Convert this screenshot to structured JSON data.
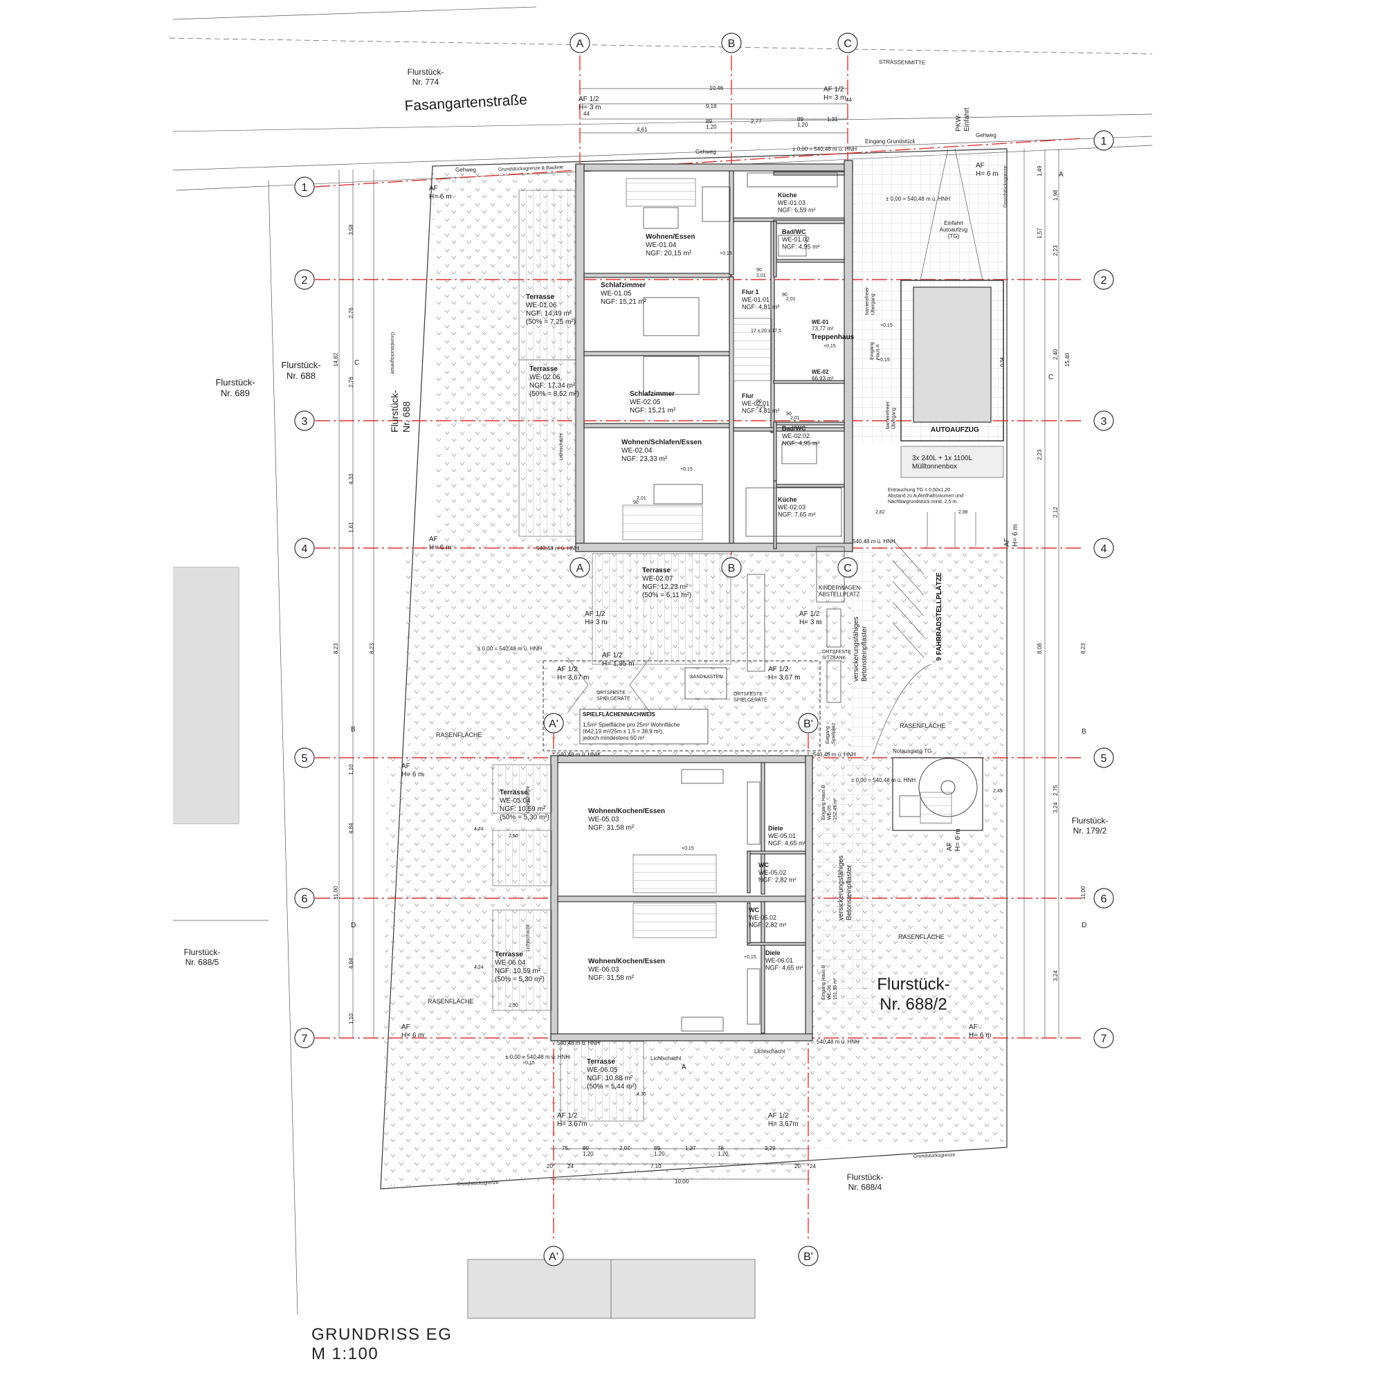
{
  "title": "GRUNDRISS EG",
  "scale": "M 1:100",
  "street": "Fasangartenstraße",
  "strassenmitte": "STRASSENMITTE",
  "grid_cols": [
    "A",
    "B",
    "C"
  ],
  "grid_cols_lower": [
    "A'",
    "B'"
  ],
  "grid_rows": [
    "1",
    "2",
    "3",
    "4",
    "5",
    "6",
    "7"
  ],
  "parcels": {
    "p774": "Flurstück-\nNr. 774",
    "p688a": "Flurstück-\nNr. 688",
    "p689": "Flurstück-\nNr. 689",
    "p688v": "Flurstück-\nNr. 688",
    "p6885": "Flurstück-\nNr. 688/5",
    "p1792": "Flurstück-\nNr. 179/2",
    "p6884": "Flurstück-\nNr. 688/4",
    "p6882": "Flurstück-\nNr. 688/2"
  },
  "labels": {
    "gehweg": "Gehweg",
    "grenze_baulinie": "Grundstücksgrenze & Baulinie",
    "grenze": "Grundstücksgrenze",
    "eingang_grundstueck": "Eingang Grundstück",
    "pkw": "PKW-\nEinfahrt",
    "hnh_top": "± 0,00 = 540,48 m ü. HNH",
    "hnh_right": "± 0,00 = 540,48 m ü. HNH",
    "hnh_mid": "± 0,00 = 540,48 m ü. HNH",
    "hnh_row5": "± 0,00 = 540,48 m ü. HNH",
    "hnh_bottom": "± 0,00 = 540,48 m ü. HNH",
    "lvl_a4": "540,48 m ü. HNH",
    "lvl_c4": "540,48 m ü. HNH",
    "lvl_a5": "540,48 m ü. HNH",
    "lvl_b5": "540,48 m ü. HNH",
    "lvl_a7": "540,48 m ü. HNH",
    "lvl_b7": "540,48 m ü. HNH",
    "aufzug": "Einfahrt\nAutoaufzug\n(TG)",
    "aufzug_box": "AUTOAUFZUG",
    "muell": "3x 240L + 1x 1100L\nMülltonnenbox",
    "entrauchung": "Entrauchung TG = 0,50x1,20\nAbstand zu Aufenthaltsräumen und\nNachbargrundstück mind. 2,5 m",
    "fahrrad": "9 FAHRRADSTELLPLÄTZE",
    "pflaster1": "versickerungsfähiges\nBetonsteinpflaster",
    "pflaster2": "versickerungsfähiges\nBetonsteinpflaster",
    "rasen1": "RASENFLÄCHE",
    "rasen2": "RASENFLÄCHE",
    "rasen3": "RASENFLÄCHE",
    "rasen4": "RASENFLÄCHE",
    "notausgang": "Notausgang TG",
    "kinderwagen": "KINDERWAGEN-\nABSTELLPLATZ",
    "sitzbank": "ORTSFESTE\nSITZBANK",
    "sandkasten": "SANDKASTEN",
    "spielgeraete1": "ORTSFESTE\nSPIELGERÄTE",
    "spielgeraete2": "ORTSFESTE\nSPIELGERÄTE",
    "spielflaeche_title": "SPIELFLÄCHENNACHWEIS",
    "spielflaeche_text": "1,5m² Spielfläche pro 25m² Wohnfläche\n(642,19 m²/25m x 1,5 = 38,9 m²),\njedoch mindestens 60 m²",
    "lichtschacht": "Lichtschacht",
    "treppenhaus": "Treppenhaus",
    "eingang_a": "Eingang\nHaus A",
    "eingang_b": "Eingang Haus B\nWE-05\n152,49 m²",
    "eingang_c": "Eingang Haus B\nWE-06\n151,39 m²",
    "uebergang": "barrierefreier\nÜbergang",
    "spielplatz": "Eingang\nSpielplatz"
  },
  "af": [
    "AF 1/2\nH= 3 m",
    "AF 1/2\nH= 3 m",
    "AF\nH= 6 m",
    "AF\nH= 6 m",
    "AF\nH= 6 m",
    "AF 1/2\nH= 3 m",
    "AF 1/2\nH= 3 m",
    "AF 1/2\nH= 1,95 m",
    "AF 1/2\nH= 3,67 m",
    "AF 1/2\nH= 3,67 m",
    "AF\nH= 6 m",
    "AF\nH= 6 m",
    "AF\nH= 6 m",
    "AF\nH= 6 m",
    "AF 1/2\nH= 3,67m",
    "AF 1/2\nH= 3,67m",
    "AF\nH= 6 m"
  ],
  "rooms": {
    "kueche1": [
      "Küche",
      "WE-01.03",
      "NGF: 6,59 m²"
    ],
    "bad1": [
      "Bad/WC",
      "WE-01.02",
      "NGF: 4,95 m²"
    ],
    "wohnen1": [
      "Wohnen/Essen",
      "WE-01.04",
      "NGF: 20,15 m²"
    ],
    "schlaf1": [
      "Schlafzimmer",
      "WE-01.05",
      "NGF: 15,21 m²"
    ],
    "flur1": [
      "Flur 1",
      "WE-01.01",
      "NGF: 4,81 m²"
    ],
    "we01": [
      "WE-01",
      "73,77 m²"
    ],
    "we02": [
      "WE-02",
      "66,93 m²"
    ],
    "terr1": [
      "Terrasse",
      "WE-01.06",
      "NGF: 14,49 m²",
      "(50% = 7,25 m²)"
    ],
    "terr2": [
      "Terrasse",
      "WE-02.06",
      "NGF: 17,34 m²",
      "(50% = 8,52 m²)"
    ],
    "schlaf2": [
      "Schlafzimmer",
      "WE-02.05",
      "NGF: 15,21 m²"
    ],
    "flur2": [
      "Flur",
      "WE-02.01",
      "NGF: 4,81 m²"
    ],
    "bad2": [
      "Bad/WC",
      "WE-02.02",
      "NGF: 4,95 m²"
    ],
    "wohnen2": [
      "Wohnen/Schlafen/Essen",
      "WE-02.04",
      "NGF: 23,33 m²"
    ],
    "kueche2": [
      "Küche",
      "WE-02.03",
      "NGF: 7,65 m²"
    ],
    "terr3": [
      "Terrasse",
      "WE-02.07",
      "NGF: 12,23 m²",
      "(50% = 6,11 m²)"
    ],
    "terr5": [
      "Terrasse",
      "WE-05.04",
      "NGF: 10,59 m²",
      "(50% = 5,30 m²)"
    ],
    "wohnen5": [
      "Wohnen/Kochen/Essen",
      "WE-05.03",
      "NGF: 31,58 m²"
    ],
    "diele5": [
      "Diele",
      "WE-05.01",
      "NGF: 4,65 m²"
    ],
    "wc5": [
      "WC",
      "WE-05.02",
      "NGF: 2,82 m²"
    ],
    "wc6": [
      "WC",
      "WE-06.02",
      "NGF: 2,82 m²"
    ],
    "terr6": [
      "Terrasse",
      "WE-06.04",
      "NGF: 10,59 m²",
      "(50% = 5,30 m²)"
    ],
    "wohnen6": [
      "Wohnen/Kochen/Essen",
      "WE-06.03",
      "NGF: 31,58 m²"
    ],
    "diele6": [
      "Diele",
      "WE-06.01",
      "NGF: 4,65 m²"
    ],
    "terr7": [
      "Terrasse",
      "WE-06.05",
      "NGF: 10,88 m²",
      "(50% = 5,44 m²)"
    ]
  },
  "dims_top": [
    "10,46",
    "9,18",
    "4,61",
    "89",
    "1,20",
    "2,77",
    "89",
    "1,20",
    "1,31",
    "44",
    "44"
  ],
  "dims_bottom": [
    "75",
    "89",
    "1,20",
    "2,07",
    "89",
    "1,20",
    "1,37",
    "76",
    "1,20",
    "3,29",
    "7,10",
    "10,00",
    "20",
    "24",
    "20",
    "24"
  ],
  "dims_left_outer": [
    "14,82",
    "8,23",
    "11,00"
  ],
  "dims_left_inner": [
    "3,58",
    "2,76",
    "2,76",
    "4,33",
    "1,61",
    "8,23",
    "4,84",
    "4,84",
    "1,10",
    "1,10"
  ],
  "dims_right": [
    "15,40",
    "8,23",
    "11,00",
    "1,49",
    "1,98",
    "1,57",
    "2,23",
    "2,40",
    "2,23",
    "2,12",
    "8,08",
    "2,75",
    "3,24",
    "3,24"
  ],
  "dims_misc": [
    "90",
    "2,01",
    "90",
    "2,01",
    "90",
    "2,01",
    "90",
    "2,01",
    "90",
    "2,01",
    "2,82",
    "2,88",
    "6,34",
    "2,50",
    "2,50",
    "4,35",
    "4,24",
    "4,24",
    "2,45",
    "+0,15",
    "+0,15",
    "+0,15",
    "+0,15",
    "+0,15",
    "+0,15",
    "+0,15",
    "+0,15",
    "17 x 20 x 17,5"
  ],
  "section": [
    "C",
    "C",
    "B",
    "B",
    "D",
    "D",
    "A",
    "A"
  ]
}
